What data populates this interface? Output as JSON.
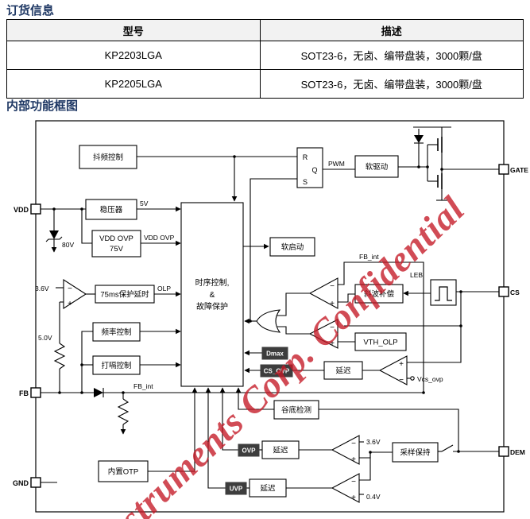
{
  "headings": {
    "ordering": "订货信息",
    "block_diagram": "内部功能框图"
  },
  "table": {
    "col_model": "型号",
    "col_desc": "描述",
    "rows": [
      {
        "model": "KP2203LGA",
        "desc": "SOT23-6，无卤、编带盘装，3000颗/盘"
      },
      {
        "model": "KP2205LGA",
        "desc": "SOT23-6，无卤、编带盘装，3000颗/盘"
      }
    ]
  },
  "pins": {
    "vdd": "VDD",
    "fb": "FB",
    "gnd": "GND",
    "gate": "GATE",
    "cs": "CS",
    "dem": "DEM"
  },
  "blocks": {
    "jitter": "抖频控制",
    "regulator": "稳压器",
    "vdd_ovp_line1": "VDD OVP",
    "vdd_ovp_line2": "75V",
    "olp_delay": "75ms保护延时",
    "freq_ctrl": "频率控制",
    "hiccup_ctrl": "打嗝控制",
    "timing_line1": "时序控制,",
    "timing_line2": "&",
    "timing_line3": "故障保护",
    "soft_drive": "软驱动",
    "soft_start": "软启动",
    "slope_comp": "斜波补偿",
    "vth_olp": "VTH_OLP",
    "delay": "延迟",
    "valley_detect": "谷底检测",
    "sample_hold": "采样保持",
    "otp": "内置OTP",
    "leb": "LEB"
  },
  "tags": {
    "dmax": "Dmax",
    "cs_ovp": "CS_OVP",
    "ovp": "OVP",
    "uvp": "UVP"
  },
  "labels": {
    "v5": "5V",
    "vdd_ovp": "VDD OVP",
    "olp": "OLP",
    "v80": "80V",
    "v36_left": "3.6V",
    "v50": "5.0V",
    "fb_int_top": "FB_int",
    "fb_int_bottom": "FB_int",
    "pwm": "PWM",
    "vcs_ovp": "Vcs_ovp",
    "v36_right": "3.6V",
    "v04": "0.4V",
    "ff_r": "R",
    "ff_q": "Q",
    "ff_s": "S",
    "plus": "+",
    "minus": "−"
  },
  "watermark": {
    "text": "struments Corp. Confidential"
  }
}
